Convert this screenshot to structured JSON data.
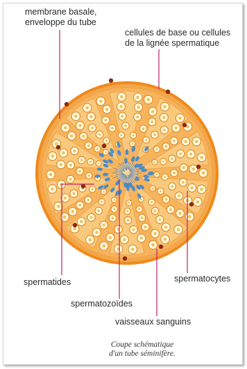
{
  "labels": {
    "membrane_line1": "membrane basale,",
    "membrane_line2": "enveloppe du tube",
    "cellules_line1": "cellules de base ou cellules",
    "cellules_line2": "de la lignée spermatique",
    "spermatides": "spermatides",
    "spermatocytes": "spermatocytes",
    "spermatozoides": "spermatozoïdes",
    "vaisseaux": "vaisseaux sanguins"
  },
  "caption": {
    "line1": "Coupe schématique",
    "line2": "d'un tube séminifère."
  },
  "colors": {
    "membrane": "#ee8a1c",
    "outer_rim": "#f3a64a",
    "tissue": "#f6b45c",
    "sector": "#f9c97d",
    "cell_fill": "#fffde4",
    "cell_border": "#e49233",
    "spermatozoa": "#4b8cc8",
    "nucleus": "#8a2a10",
    "leader_line": "#c0206a"
  }
}
